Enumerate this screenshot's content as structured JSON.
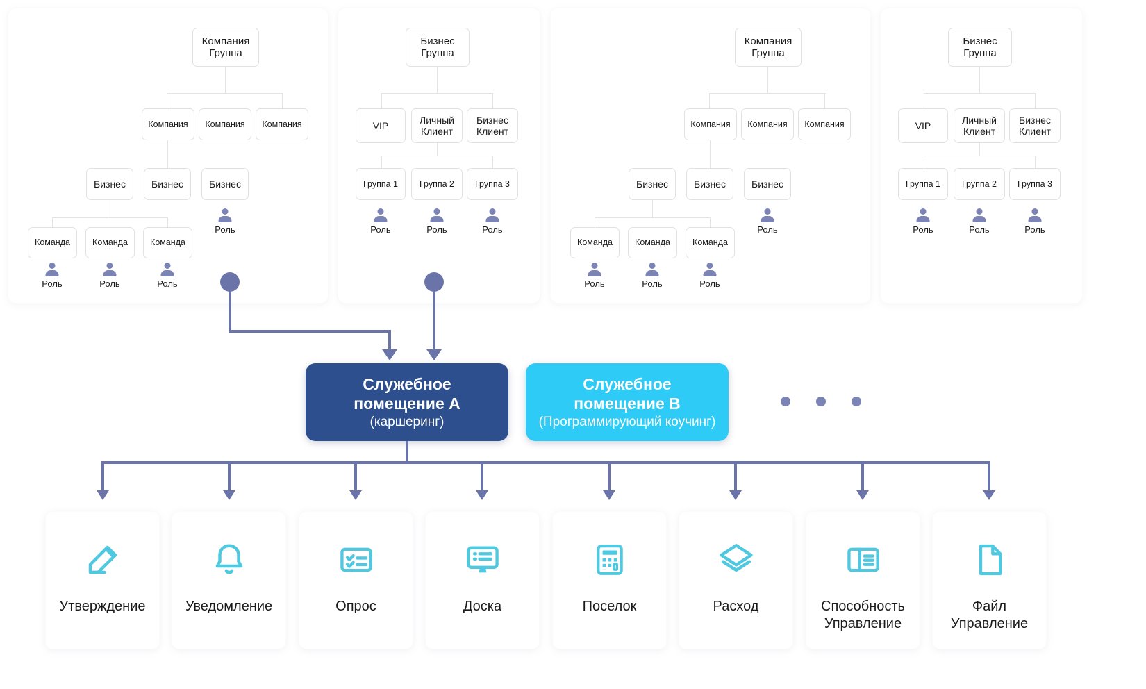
{
  "accent_colors": {
    "node_border": "#dfe1e4",
    "connector": "#6b74a8",
    "role_icon": "#7b84b4",
    "service_room_a_bg": "#2d4f8e",
    "service_room_b_bg": "#2ecbf7",
    "feature_icon": "#4fc8e0"
  },
  "org_panels": [
    {
      "name": "company-group-tree-1",
      "root": "Компания\nГруппа",
      "level2": [
        "Компания",
        "Компания",
        "Компания"
      ],
      "level3": [
        "Бизнес",
        "Бизнес",
        "Бизнес"
      ],
      "level4": [
        "Команда",
        "Команда",
        "Команда"
      ],
      "roles_level3": [
        "Роль"
      ],
      "roles_level4": [
        "Роль",
        "Роль",
        "Роль"
      ]
    },
    {
      "name": "business-group-tree-1",
      "root": "Бизнес\nГруппа",
      "level2": [
        "VIP",
        "Личный\nКлиент",
        "Бизнес\nКлиент"
      ],
      "level3": [
        "Группа 1",
        "Группа 2",
        "Группа 3"
      ],
      "roles_level3": [
        "Роль",
        "Роль",
        "Роль"
      ]
    },
    {
      "name": "company-group-tree-2",
      "root": "Компания\nГруппа",
      "level2": [
        "Компания",
        "Компания",
        "Компания"
      ],
      "level3": [
        "Бизнес",
        "Бизнес",
        "Бизнес"
      ],
      "level4": [
        "Команда",
        "Команда",
        "Команда"
      ],
      "roles_level3": [
        "Роль"
      ],
      "roles_level4": [
        "Роль",
        "Роль",
        "Роль"
      ]
    },
    {
      "name": "business-group-tree-2",
      "root": "Бизнес\nГруппа",
      "level2": [
        "VIP",
        "Личный\nКлиент",
        "Бизнес\nКлиент"
      ],
      "level3": [
        "Группа 1",
        "Группа 2",
        "Группа 3"
      ],
      "roles_level3": [
        "Роль",
        "Роль",
        "Роль"
      ]
    }
  ],
  "service_rooms": [
    {
      "title": "Служебное\nпомещение A",
      "subtitle": "(каршеринг)"
    },
    {
      "title": "Служебное\nпомещение B",
      "subtitle": "(Программирующий коучинг)"
    }
  ],
  "more_indicator": "•••",
  "features": [
    {
      "icon": "pencil-edit-icon",
      "label": "Утверждение"
    },
    {
      "icon": "bell-icon",
      "label": "Уведомление"
    },
    {
      "icon": "checklist-card-icon",
      "label": "Опрос"
    },
    {
      "icon": "board-monitor-icon",
      "label": "Доска"
    },
    {
      "icon": "calculator-icon",
      "label": "Поселок"
    },
    {
      "icon": "layers-icon",
      "label": "Расход"
    },
    {
      "icon": "panels-layout-icon",
      "label": "Способность\nУправление"
    },
    {
      "icon": "file-document-icon",
      "label": "Файл\nУправление"
    }
  ]
}
